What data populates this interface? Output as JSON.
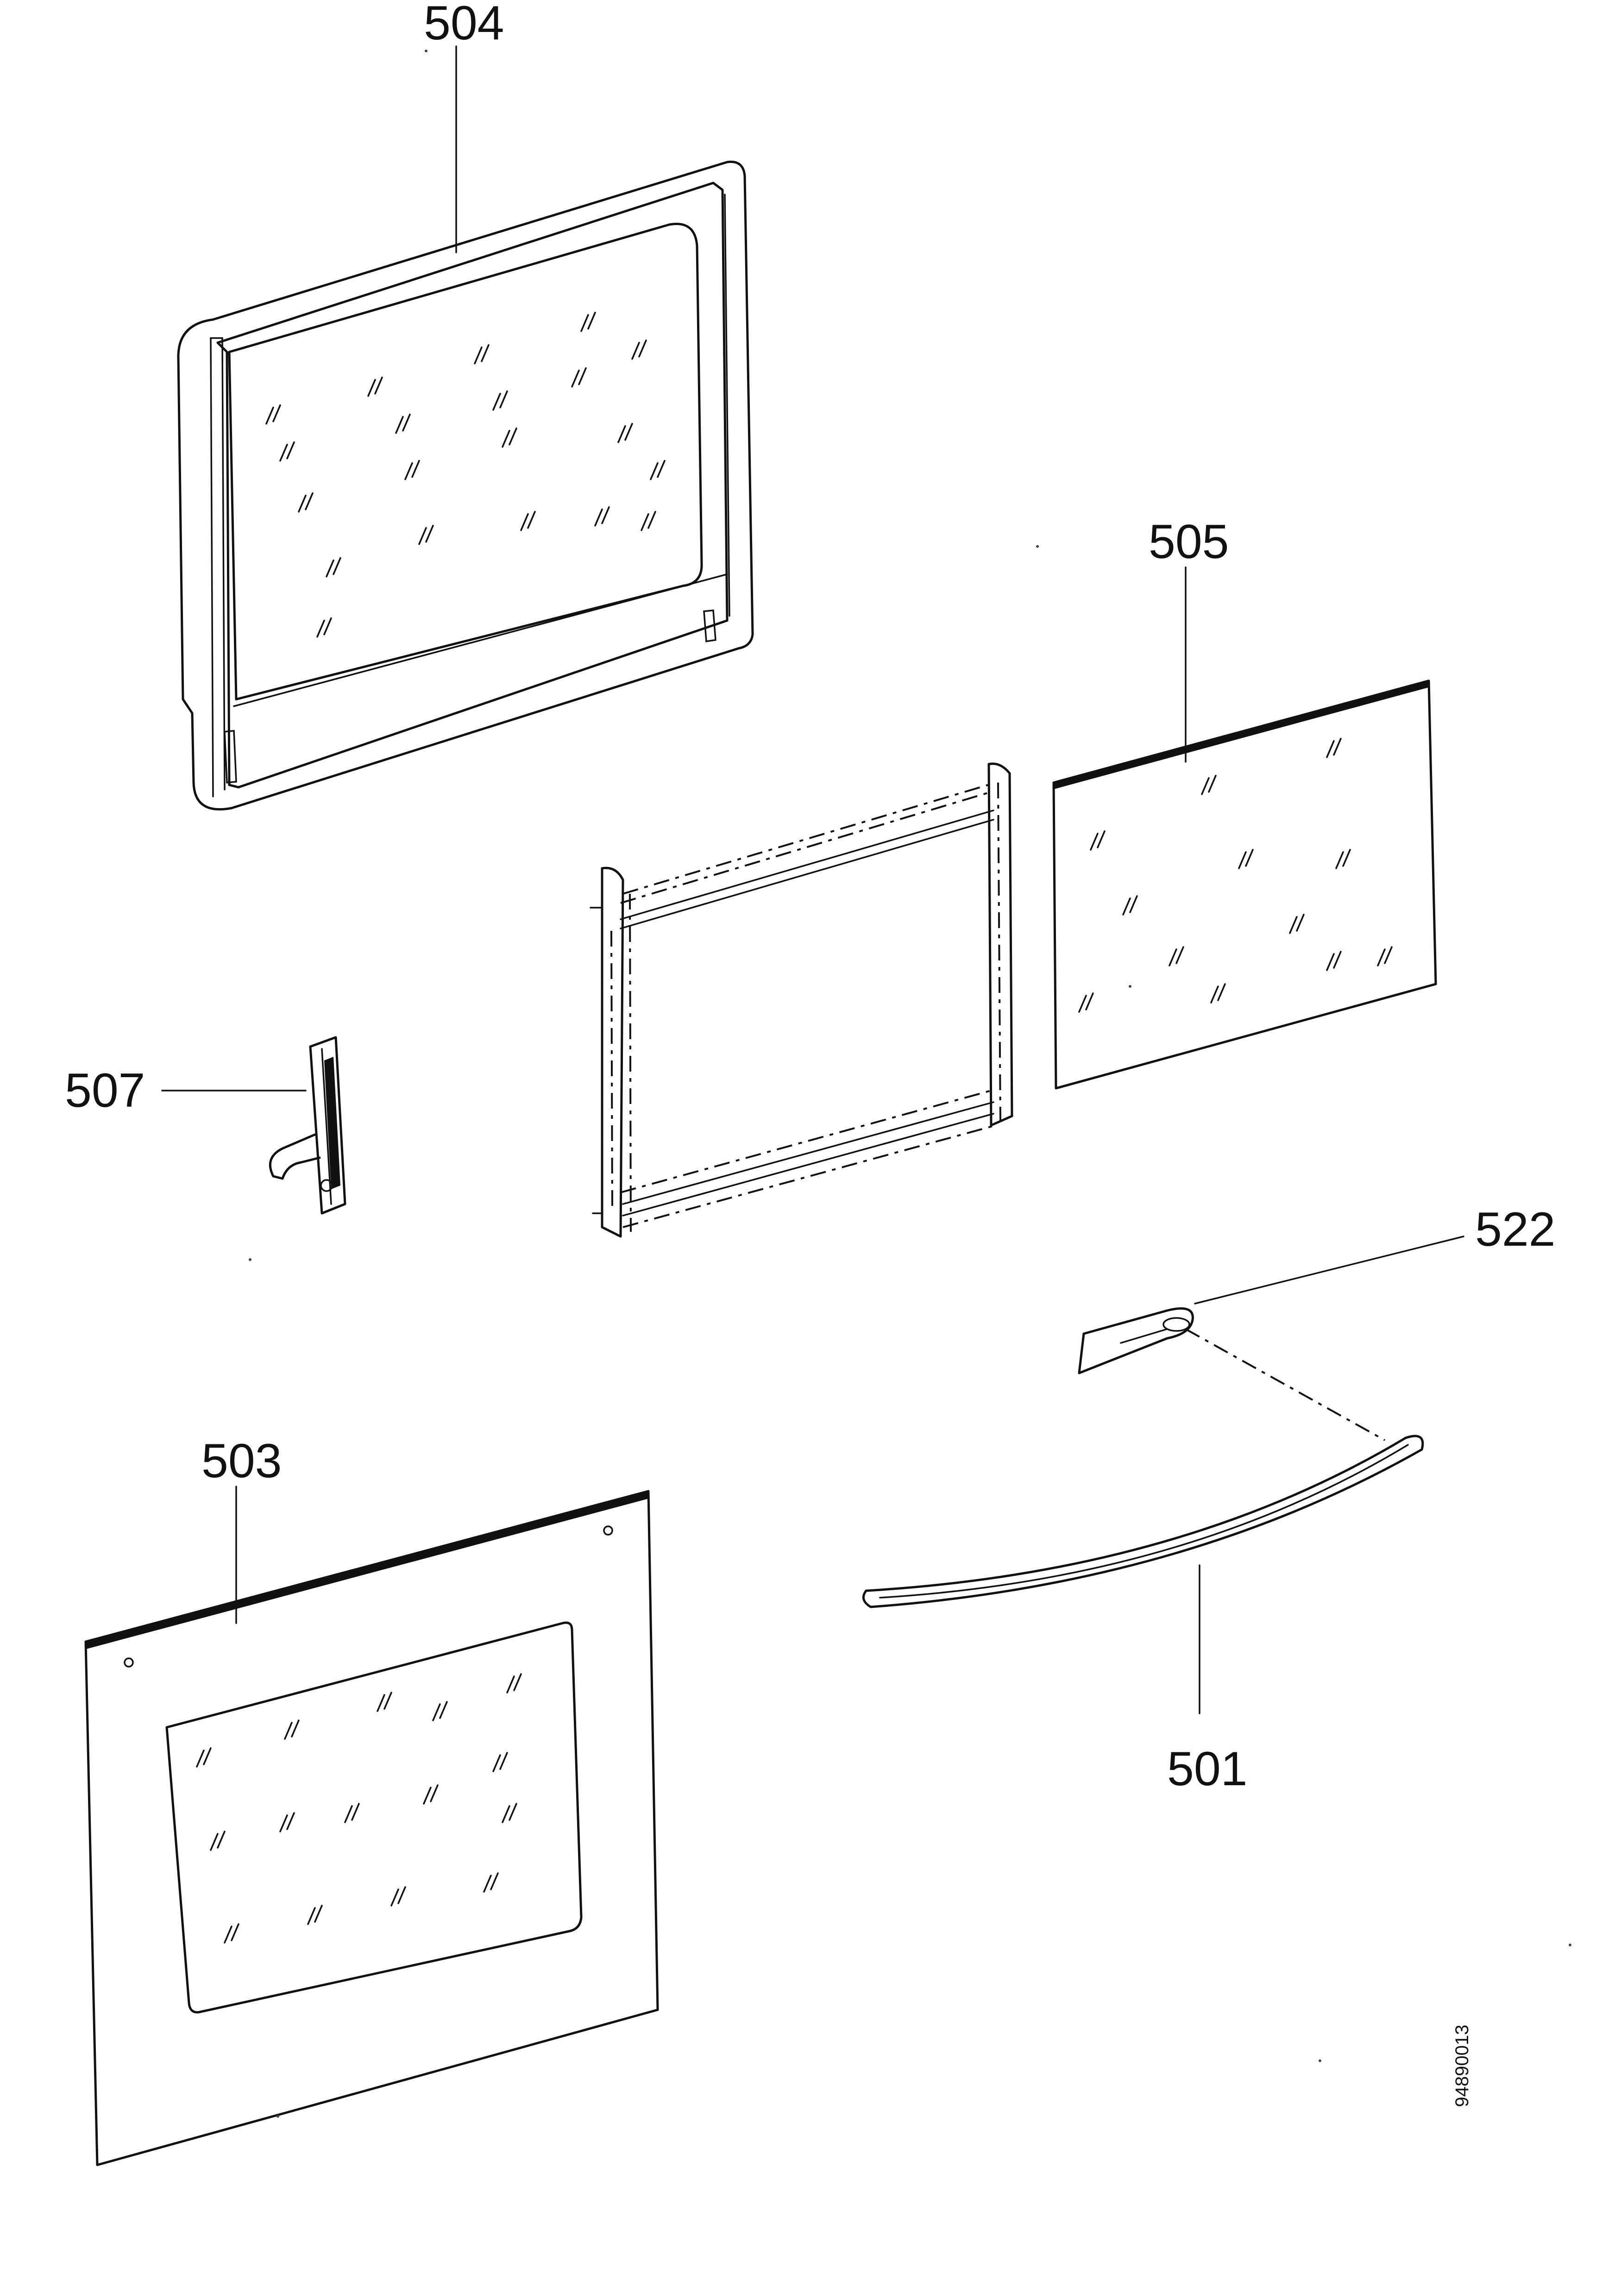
{
  "diagram": {
    "type": "exploded parts diagram",
    "document_number": "94890013"
  },
  "parts": [
    {
      "id": "504",
      "label": "504"
    },
    {
      "id": "505",
      "label": "505"
    },
    {
      "id": "507",
      "label": "507"
    },
    {
      "id": "522",
      "label": "522"
    },
    {
      "id": "503",
      "label": "503"
    },
    {
      "id": "501",
      "label": "501"
    }
  ]
}
